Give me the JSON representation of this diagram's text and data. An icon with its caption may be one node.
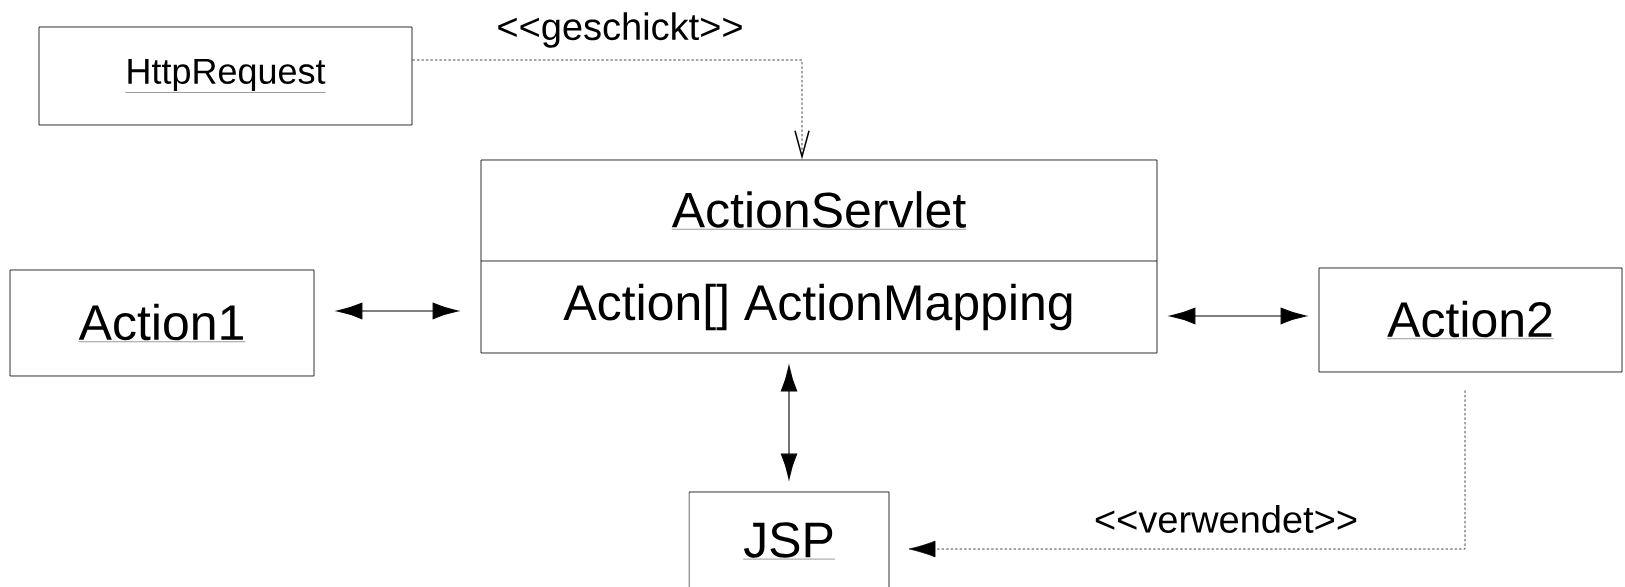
{
  "diagram": {
    "nodes": [
      {
        "text": [
          "HttpRequest"
        ]
      },
      {
        "text": [
          "ActionServlet",
          "Action[] ActionMapping"
        ]
      },
      {
        "text": [
          "Action1"
        ]
      },
      {
        "text": [
          "Action2"
        ]
      },
      {
        "text": [
          "JSP"
        ]
      }
    ],
    "edges": [
      {
        "from": 0,
        "to": 1,
        "arrow": "to",
        "style": "dashed",
        "label": "<<geschickt>>"
      },
      {
        "from": 2,
        "to": 1,
        "arrow": "both"
      },
      {
        "from": 1,
        "to": 3,
        "arrow": "both"
      },
      {
        "from": 1,
        "to": 4,
        "arrow": "both"
      },
      {
        "from": 3,
        "to": 4,
        "arrow": "to",
        "style": "dashed",
        "label": "<<verwendet>>"
      }
    ]
  }
}
